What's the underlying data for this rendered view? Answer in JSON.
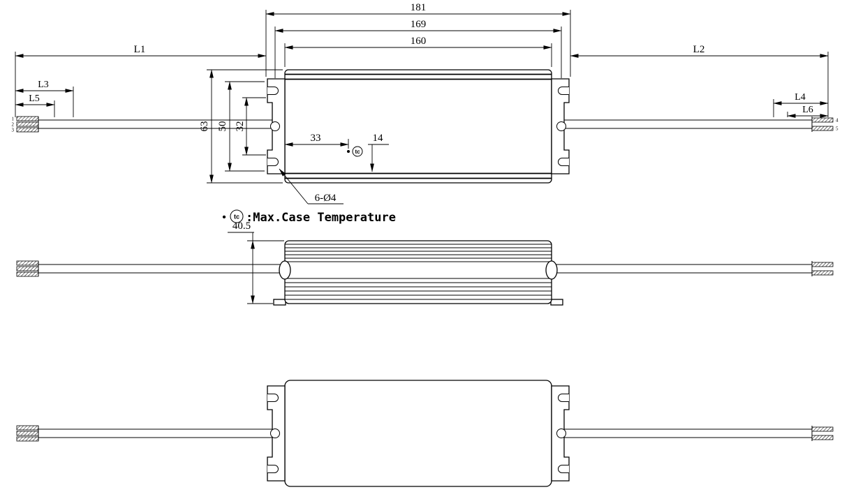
{
  "colors": {
    "background": "#ffffff",
    "line": "#000000"
  },
  "top_view": {
    "dims": {
      "overall_length": "181",
      "mounting_span": "169",
      "body_length": "160",
      "input_lead_length": "L1",
      "output_lead_length": "L2",
      "input_strip_outer": "L3",
      "input_strip_inner": "L5",
      "output_strip_outer": "L4",
      "output_strip_inner": "L6",
      "body_width": "63",
      "flange_width": "50",
      "recess_width": "32",
      "tc_from_edge": "33",
      "tc_offset": "14",
      "mounting_holes": "6-Ø4"
    },
    "tc_mark": "tc",
    "wire_pins_left": [
      "1",
      "2",
      "3"
    ],
    "wire_pins_right": [
      "4",
      "5"
    ]
  },
  "side_view": {
    "dims": {
      "profile_height": "40.5"
    }
  },
  "legend": {
    "bullet": "•",
    "symbol": "tc",
    "text": ":Max.Case Temperature"
  }
}
